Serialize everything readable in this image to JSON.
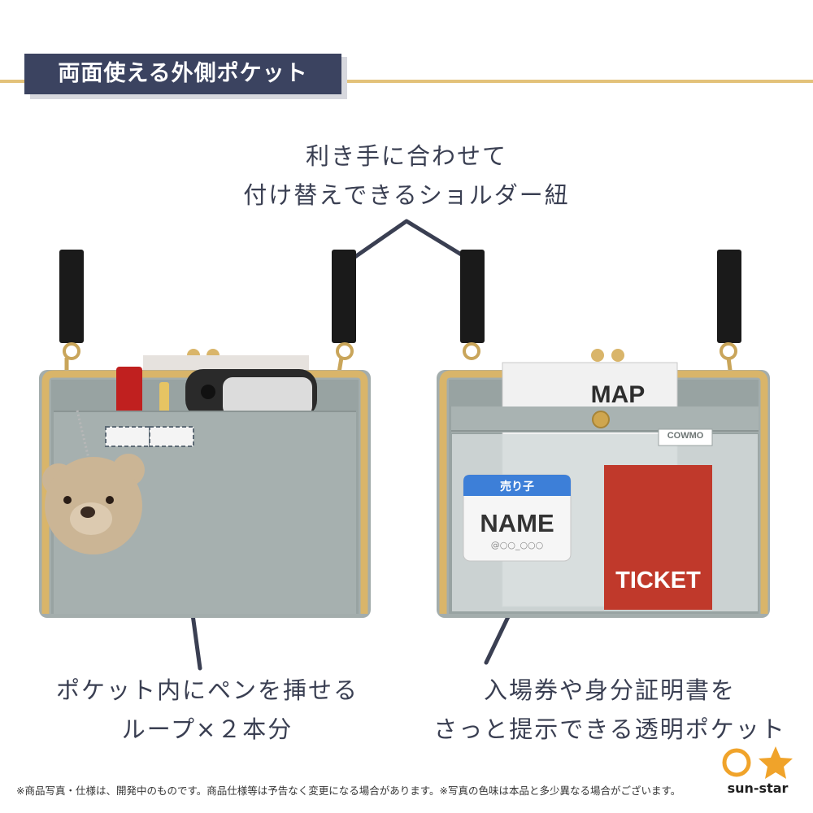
{
  "header": {
    "title": "両面使える外側ポケット"
  },
  "callouts": {
    "strap": {
      "line1": "利き手に合わせて",
      "line2": "付け替えできるショルダー紐"
    },
    "pen_loop": {
      "line1": "ポケット内にペンを挿せる",
      "line2": "ループ×２本分"
    },
    "clear_pocket": {
      "line1": "入場券や身分証明書を",
      "line2": "さっと提示できる透明ポケット"
    }
  },
  "product_back": {
    "map_label": "MAP",
    "brand_tag": "COWMO",
    "badge_header": "売り子",
    "badge_name": "NAME",
    "badge_handle": "@○○_○○○",
    "ticket_label": "TICKET"
  },
  "footer": {
    "disclaimer": "※商品写真・仕様は、開発中のものです。商品仕様等は予告なく変更になる場合があります。※写真の色味は本品と多少異なる場合がございます。",
    "logo_text": "sun-star"
  },
  "colors": {
    "navy": "#3b4360",
    "gold_line": "#e3c27a",
    "bag_gray": "#a3adac",
    "frame_gold": "#d9b56a",
    "badge_blue": "#3d7fd8",
    "ticket_red": "#c0392b",
    "logo_orange": "#f0a32a"
  }
}
